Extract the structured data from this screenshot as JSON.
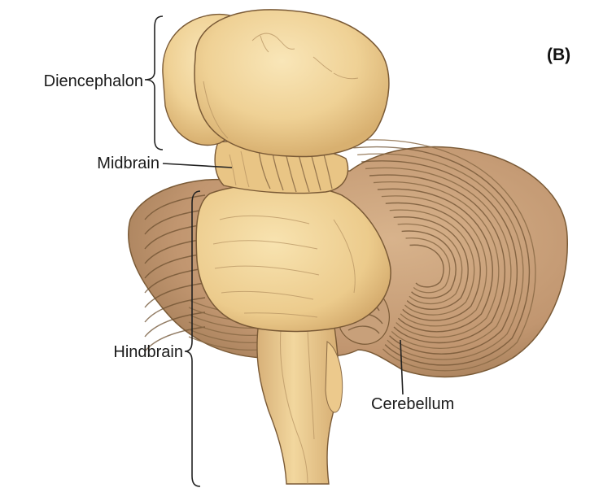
{
  "panel_label": "(B)",
  "labels": {
    "diencephalon": "Diencephalon",
    "midbrain": "Midbrain",
    "hindbrain": "Hindbrain",
    "cerebellum": "Cerebellum"
  },
  "colors": {
    "tissue_light": "#f3d9a0",
    "tissue_mid": "#e6c284",
    "cerebellum": "#caa07a",
    "cerebellum_dark": "#9c7650",
    "outline": "#7a5a36"
  }
}
